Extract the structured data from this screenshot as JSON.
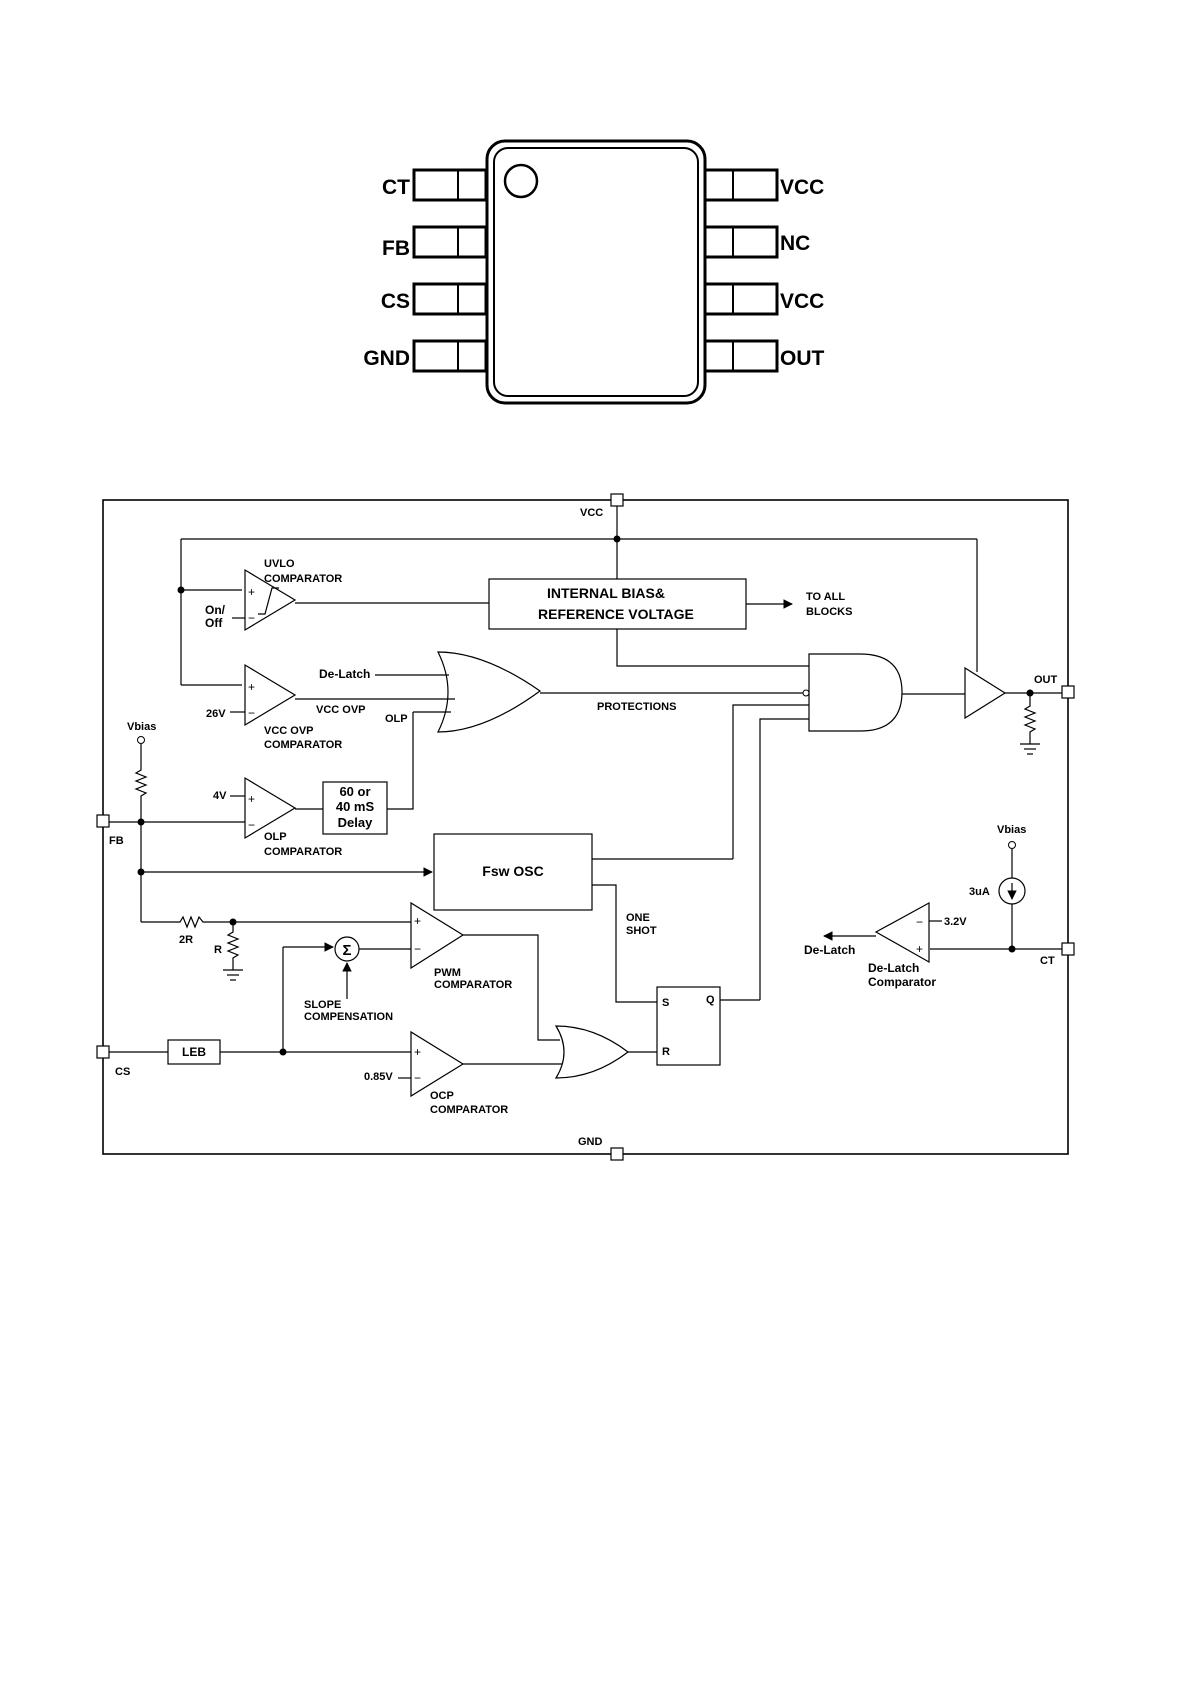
{
  "package": {
    "left_pins": [
      "CT",
      "FB",
      "CS",
      "GND"
    ],
    "right_pins": [
      "VCC",
      "NC",
      "VCC",
      "OUT"
    ]
  },
  "block_diagram": {
    "pins": {
      "vcc": "VCC",
      "gnd": "GND",
      "fb": "FB",
      "cs": "CS",
      "out": "OUT",
      "ct": "CT"
    },
    "blocks": {
      "bias_line1": "INTERNAL BIAS&",
      "bias_line2": "REFERENCE VOLTAGE",
      "delay_line1": "60 or",
      "delay_line2": "40 mS",
      "delay_line3": "Delay",
      "osc": "Fsw OSC",
      "leb": "LEB",
      "sum": "Σ"
    },
    "labels": {
      "to_all_line1": "TO ALL",
      "to_all_line2": "BLOCKS",
      "uvlo_line1": "UVLO",
      "uvlo_line2": "COMPARATOR",
      "on_off_line1": "On/",
      "on_off_line2": "Off",
      "delatch_in": "De-Latch",
      "vcc_ovp": "VCC OVP",
      "olp": "OLP",
      "protections": "PROTECTIONS",
      "v26": "26V",
      "vccovp_line1": "VCC OVP",
      "vccovp_line2": "COMPARATOR",
      "vbias1": "Vbias",
      "v4": "4V",
      "olp_comp_line1": "OLP",
      "olp_comp_line2": "COMPARATOR",
      "r2": "2R",
      "r": "R",
      "one_shot_line1": "ONE",
      "one_shot_line2": "SHOT",
      "pwm_line1": "PWM",
      "pwm_line2": "COMPARATOR",
      "slope_line1": "SLOPE",
      "slope_line2": "COMPENSATION",
      "v085": "0.85V",
      "ocp_line1": "OCP",
      "ocp_line2": "COMPARATOR",
      "ff_s": "S",
      "ff_q": "Q",
      "ff_r": "R",
      "vbias2": "Vbias",
      "ua3": "3uA",
      "v32": "3.2V",
      "delatch_out": "De-Latch",
      "delatch_comp_line1": "De-Latch",
      "delatch_comp_line2": "Comparator",
      "plus": "+",
      "minus": "−"
    }
  }
}
